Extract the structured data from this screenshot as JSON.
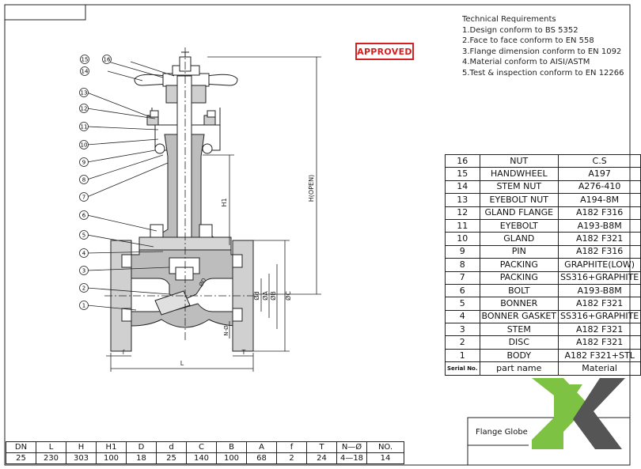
{
  "approved_stamp": "APPROVED",
  "technical_requirements": {
    "heading": "Technical Requirements",
    "items": [
      "1.Design conform to BS 5352",
      "2.Face to face conform to EN 558",
      "3.Flange dimension conform to EN 1092",
      "4.Material conform to AISI/ASTM",
      "5.Test & inspection conform to EN 12266"
    ]
  },
  "parts_table": {
    "rows": [
      {
        "no": "16",
        "name": "NUT",
        "material": "C.S"
      },
      {
        "no": "15",
        "name": "HANDWHEEL",
        "material": "A197"
      },
      {
        "no": "14",
        "name": "STEM NUT",
        "material": "A276-410"
      },
      {
        "no": "13",
        "name": "EYEBOLT NUT",
        "material": "A194-8M"
      },
      {
        "no": "12",
        "name": "GLAND FLANGE",
        "material": "A182 F316"
      },
      {
        "no": "11",
        "name": "EYEBOLT",
        "material": "A193-B8M"
      },
      {
        "no": "10",
        "name": "GLAND",
        "material": "A182 F321"
      },
      {
        "no": "9",
        "name": "PIN",
        "material": "A182 F316"
      },
      {
        "no": "8",
        "name": "PACKING",
        "material": "GRAPHITE(LOW)"
      },
      {
        "no": "7",
        "name": "PACKING",
        "material": "SS316+GRAPHITE"
      },
      {
        "no": "6",
        "name": "BOLT",
        "material": "A193-B8M"
      },
      {
        "no": "5",
        "name": "BONNER",
        "material": "A182 F321"
      },
      {
        "no": "4",
        "name": "BONNER GASKET",
        "material": "SS316+GRAPHITE"
      },
      {
        "no": "3",
        "name": "STEM",
        "material": "A182 F321"
      },
      {
        "no": "2",
        "name": "DISC",
        "material": "A182 F321"
      },
      {
        "no": "1",
        "name": "BODY",
        "material": "A182 F321+STL"
      }
    ],
    "header": {
      "no": "Serial No.",
      "name": "part name",
      "material": "Material"
    }
  },
  "dimension_table": {
    "headers": [
      "DN",
      "L",
      "H",
      "H1",
      "D",
      "d",
      "C",
      "B",
      "A",
      "f",
      "T",
      "N—Ø",
      "NO."
    ],
    "values": [
      "25",
      "230",
      "303",
      "100",
      "18",
      "25",
      "140",
      "100",
      "68",
      "2",
      "24",
      "4—18",
      "14"
    ]
  },
  "drawing_labels": {
    "h_open": "H(OPEN)",
    "h1": "H1",
    "l": "L",
    "f": "f",
    "t": "T",
    "d_small": "Ød",
    "d_a": "ØA",
    "d_b": "ØB",
    "d_c": "ØC",
    "n_phi": "N-Ø",
    "d_big": "ØD"
  },
  "callouts": [
    "1",
    "2",
    "3",
    "4",
    "5",
    "6",
    "7",
    "8",
    "9",
    "10",
    "11",
    "12",
    "13",
    "14",
    "15",
    "16"
  ],
  "title_block": {
    "label": "Flange Globe"
  },
  "colors": {
    "stamp": "#d32020",
    "logo_green": "#7dc243",
    "logo_grey": "#555555",
    "line": "#222222"
  }
}
